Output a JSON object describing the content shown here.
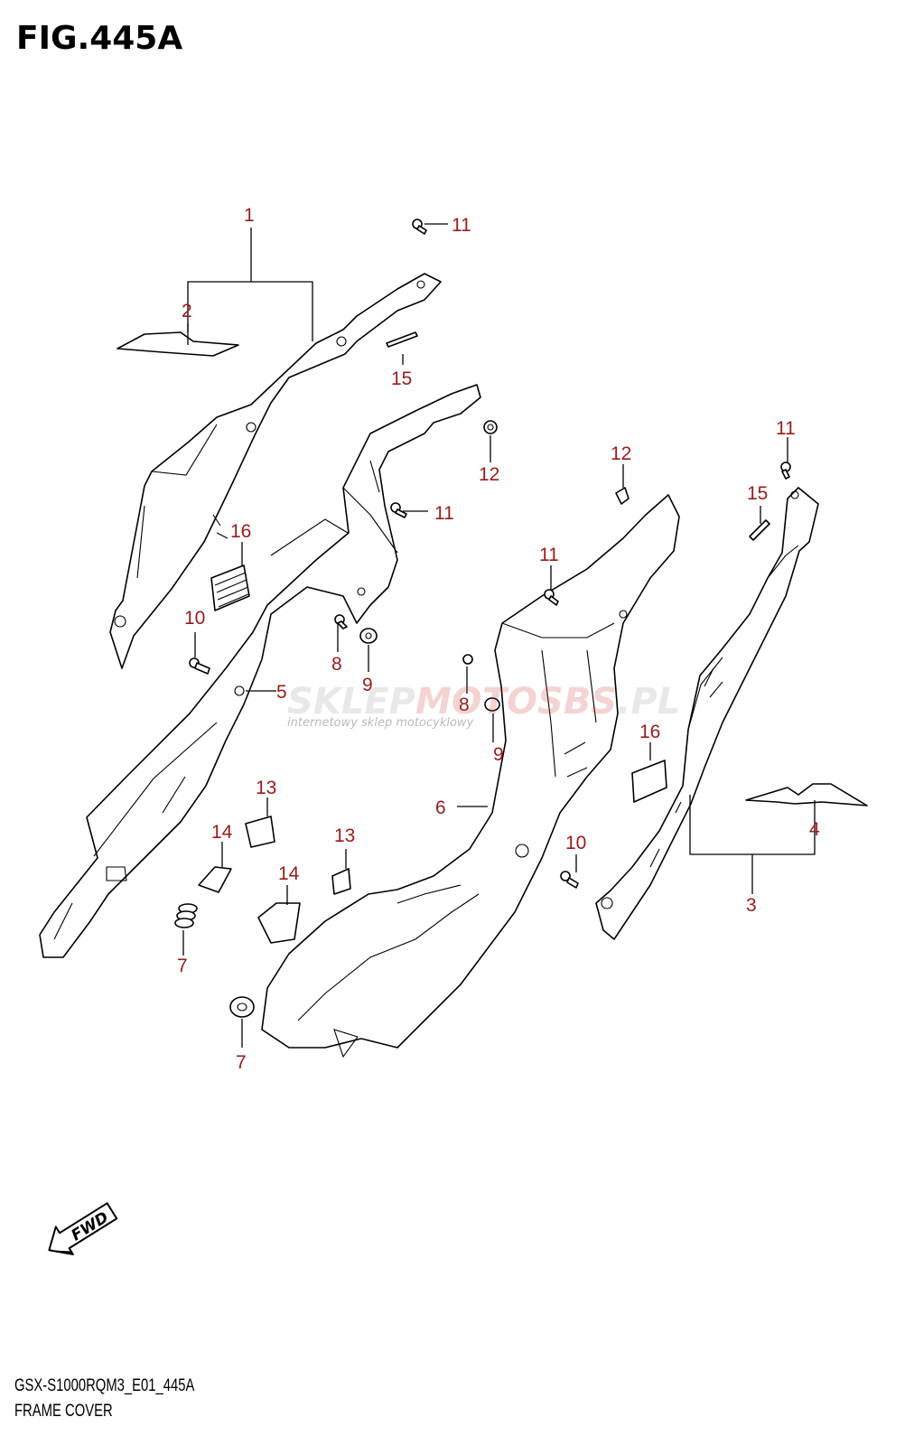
{
  "figure": {
    "title": "FIG.445A",
    "model_code": "GSX-S1000RQM3_E01_445A",
    "caption": "FRAME COVER"
  },
  "watermark": {
    "text_a": "SKLEP",
    "text_b": "MOTO",
    "text_c": "SBS",
    "text_d": ".PL",
    "subtitle": "internetowy sklep motocyklowy"
  },
  "fwd_label": "FWD",
  "colors": {
    "callout": "#9b1b1b",
    "line": "#000000",
    "watermark_gray": "#9a9a9a",
    "watermark_red": "#d23a3a"
  },
  "callouts": {
    "c1": "1",
    "c2": "2",
    "c3": "3",
    "c4": "4",
    "c5": "5",
    "c6": "6",
    "c7a": "7",
    "c7b": "7",
    "c8a": "8",
    "c8b": "8",
    "c9a": "9",
    "c9b": "9",
    "c10a": "10",
    "c10b": "10",
    "c11a": "11",
    "c11b": "11",
    "c11c": "11",
    "c11d": "11",
    "c12a": "12",
    "c12b": "12",
    "c13a": "13",
    "c13b": "13",
    "c14a": "14",
    "c14b": "14",
    "c15a": "15",
    "c15b": "15",
    "c16a": "16",
    "c16b": "16"
  }
}
